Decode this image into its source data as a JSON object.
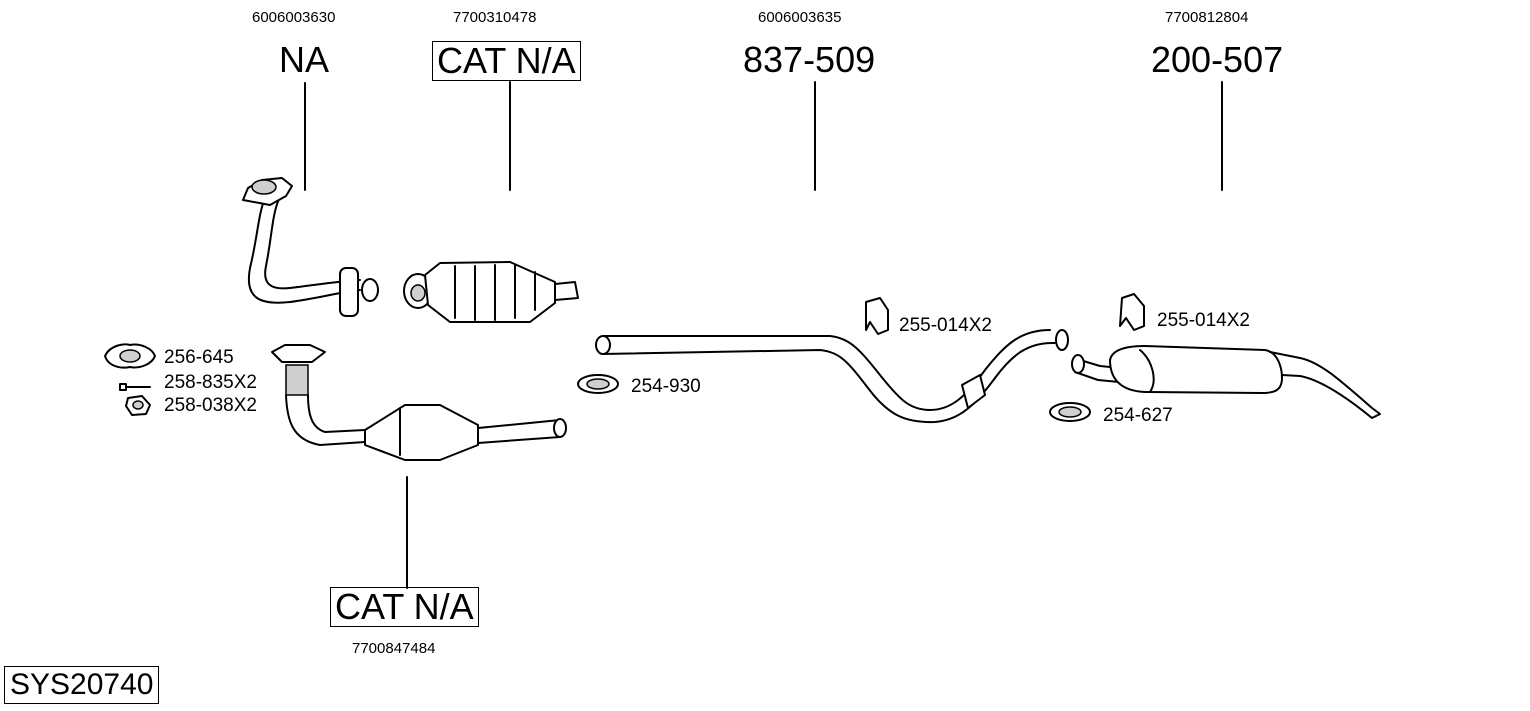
{
  "system_id": "SYS20740",
  "parts": {
    "front_pipe": {
      "oe": "6006003630",
      "label": "NA"
    },
    "cat_top": {
      "oe": "7700310478",
      "label": "CAT N/A"
    },
    "middle_pipe": {
      "oe": "6006003635",
      "label": "837-509"
    },
    "rear_box": {
      "oe": "7700812804",
      "label": "200-507"
    },
    "cat_bottom": {
      "oe": "7700847484",
      "label": "CAT N/A"
    }
  },
  "fittings": {
    "gasket": "256-645",
    "bolt": "258-835X2",
    "nut": "258-038X2",
    "clamp_front": "254-930",
    "hanger_mid": "255-014X2",
    "hanger_rear": "255-014X2",
    "clamp_rear": "254-627"
  }
}
